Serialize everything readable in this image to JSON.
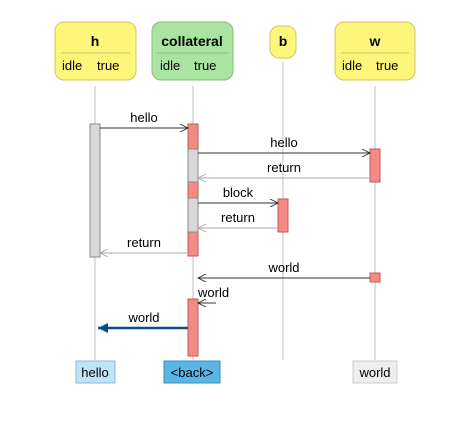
{
  "colors": {
    "yellow_box": "#fef67b",
    "yellow_border": "#d1c36c",
    "green_box": "#a9e5a0",
    "green_border": "#8ab981",
    "lifeline": "#bfbfbf",
    "activation_red": "#f48a85",
    "activation_red_border": "#c25a55",
    "activation_grey": "#d8d8d8",
    "activation_grey_border": "#888888",
    "arrow": "#333333",
    "return_arrow": "#aaaaaa",
    "highlight_arrow": "#0d4b86",
    "footer_hello": "#bfe4f7",
    "footer_back": "#59b6e6",
    "footer_world": "#eeeeee"
  },
  "participants": [
    {
      "name": "h",
      "state": [
        "idle",
        "true"
      ]
    },
    {
      "name": "collateral",
      "state": [
        "idle",
        "true"
      ]
    },
    {
      "name": "b",
      "state": []
    },
    {
      "name": "w",
      "state": [
        "idle",
        "true"
      ]
    }
  ],
  "messages": [
    {
      "label": "hello",
      "from": "h",
      "to": "collateral",
      "kind": "call"
    },
    {
      "label": "hello",
      "from": "collateral",
      "to": "w",
      "kind": "call"
    },
    {
      "label": "return",
      "from": "w",
      "to": "collateral",
      "kind": "return"
    },
    {
      "label": "block",
      "from": "collateral",
      "to": "b",
      "kind": "call"
    },
    {
      "label": "return",
      "from": "b",
      "to": "collateral",
      "kind": "return"
    },
    {
      "label": "return",
      "from": "collateral",
      "to": "h",
      "kind": "return"
    },
    {
      "label": "world",
      "from": "w",
      "to": "collateral",
      "kind": "call"
    },
    {
      "label": "world",
      "from": "collateral",
      "to": "collateral",
      "kind": "self"
    },
    {
      "label": "world",
      "from": "collateral",
      "to": "h",
      "kind": "highlight"
    }
  ],
  "footer": [
    {
      "label": "hello",
      "under": "h"
    },
    {
      "label": "<back>",
      "under": "collateral"
    },
    {
      "label": "world",
      "under": "w"
    }
  ]
}
